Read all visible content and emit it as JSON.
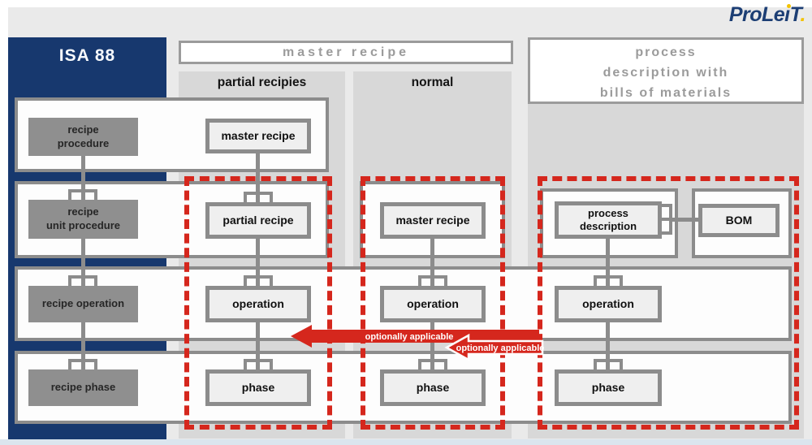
{
  "logo": {
    "text_main": "ProLe",
    "text_i": "ı",
    "text_t": "T",
    "text_dot": "."
  },
  "isa": {
    "title": "ISA 88"
  },
  "headers": {
    "master_recipe": "master recipe",
    "process_description": "process\ndescription with\nbills of materials"
  },
  "columns": {
    "partial_label": "partial recipies",
    "normal_label": "normal"
  },
  "boxes": {
    "recipe_procedure": "recipe\nprocedure",
    "recipe_unit_procedure": "recipe\nunit procedure",
    "recipe_operation": "recipe operation",
    "recipe_phase": "recipe phase",
    "partial_master_recipe": "master recipe",
    "partial_recipe": "partial recipe",
    "partial_operation": "operation",
    "partial_phase": "phase",
    "normal_master_recipe": "master recipe",
    "normal_operation": "operation",
    "normal_phase": "phase",
    "process_description": "process\ndescription",
    "bom": "BOM",
    "process_operation": "operation",
    "process_phase": "phase"
  },
  "arrows": {
    "upper": "optionally applicable",
    "lower": "optionally applicable"
  },
  "colors": {
    "blue": "#17386e",
    "red": "#d5271d",
    "border_gray": "#8c8c8c",
    "panel_gray": "#d8d8d8",
    "box_gray": "#8f8f8f",
    "header_gray": "#9b9b9b",
    "logo_yellow": "#f3c200",
    "bottom_strip": "#dbe5ee"
  }
}
